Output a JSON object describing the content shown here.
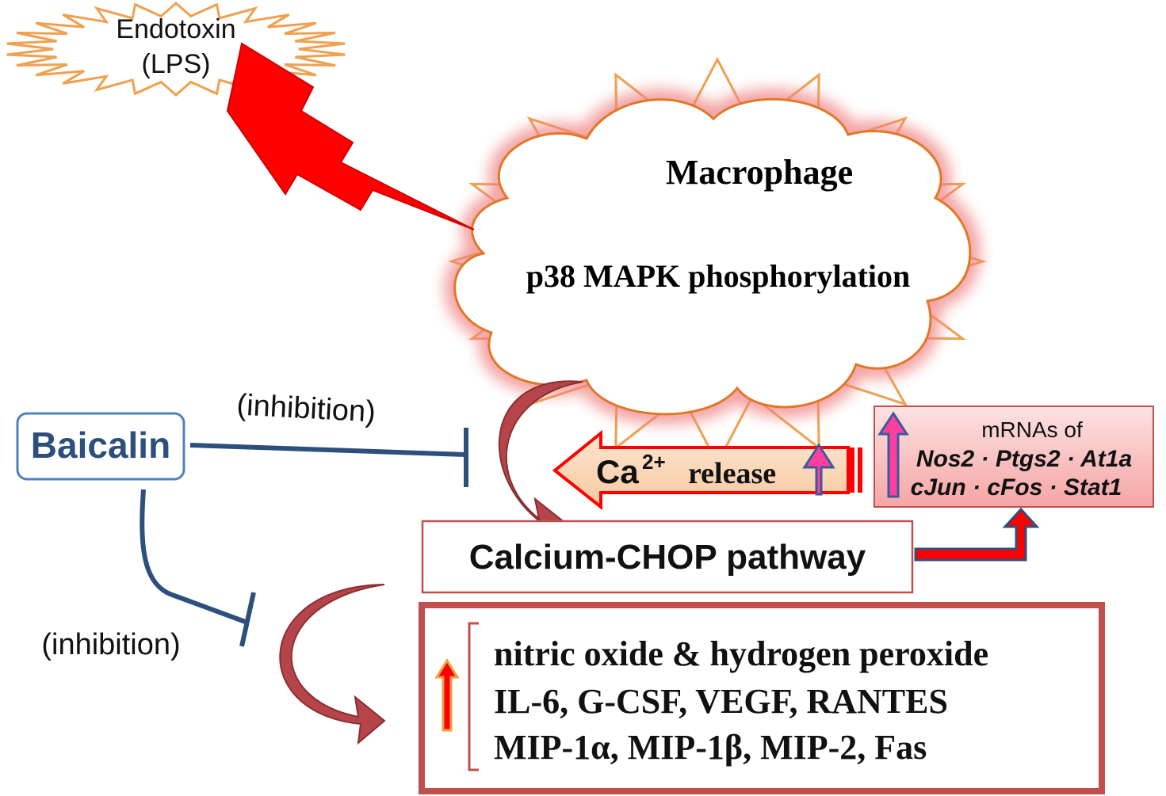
{
  "endotoxin": {
    "line1": "Endotoxin",
    "line2": "(LPS)"
  },
  "macrophage": {
    "title": "Macrophage",
    "process": "p38 MAPK phosphorylation"
  },
  "baicalin": {
    "label": "Baicalin"
  },
  "inhibition": {
    "top_label": "(inhibition)",
    "bottom_label": "(inhibition)"
  },
  "calcium": {
    "ion": "Ca",
    "charge": "2+",
    "text": "release"
  },
  "mrnas": {
    "heading": "mRNAs of",
    "line1": "Nos2 · Ptgs2 · At1a",
    "line2": "cJun · cFos · Stat1"
  },
  "pathway": {
    "label": "Calcium-CHOP pathway"
  },
  "outputs": {
    "line1": "nitric oxide & hydrogen peroxide",
    "line2": "IL-6, G-CSF, VEGF, RANTES",
    "line3": "MIP-1α, MIP-1β, MIP-2, Fas"
  },
  "colors": {
    "burst_stroke": "#f0a050",
    "cloud_stroke": "#e07828",
    "cloud_glow": "#f08080",
    "lightning": "#ff0000",
    "inhibitor": "#2d4f7c",
    "curved_arrow": "#b5454a",
    "box_border": "#c0504d",
    "up_arrow_fill": "#ff3fa0",
    "up_arrow_stroke": "#3b5a9a",
    "ca_arrow_fill": "#fbd8b8",
    "ca_arrow_stroke": "#ff0000"
  }
}
